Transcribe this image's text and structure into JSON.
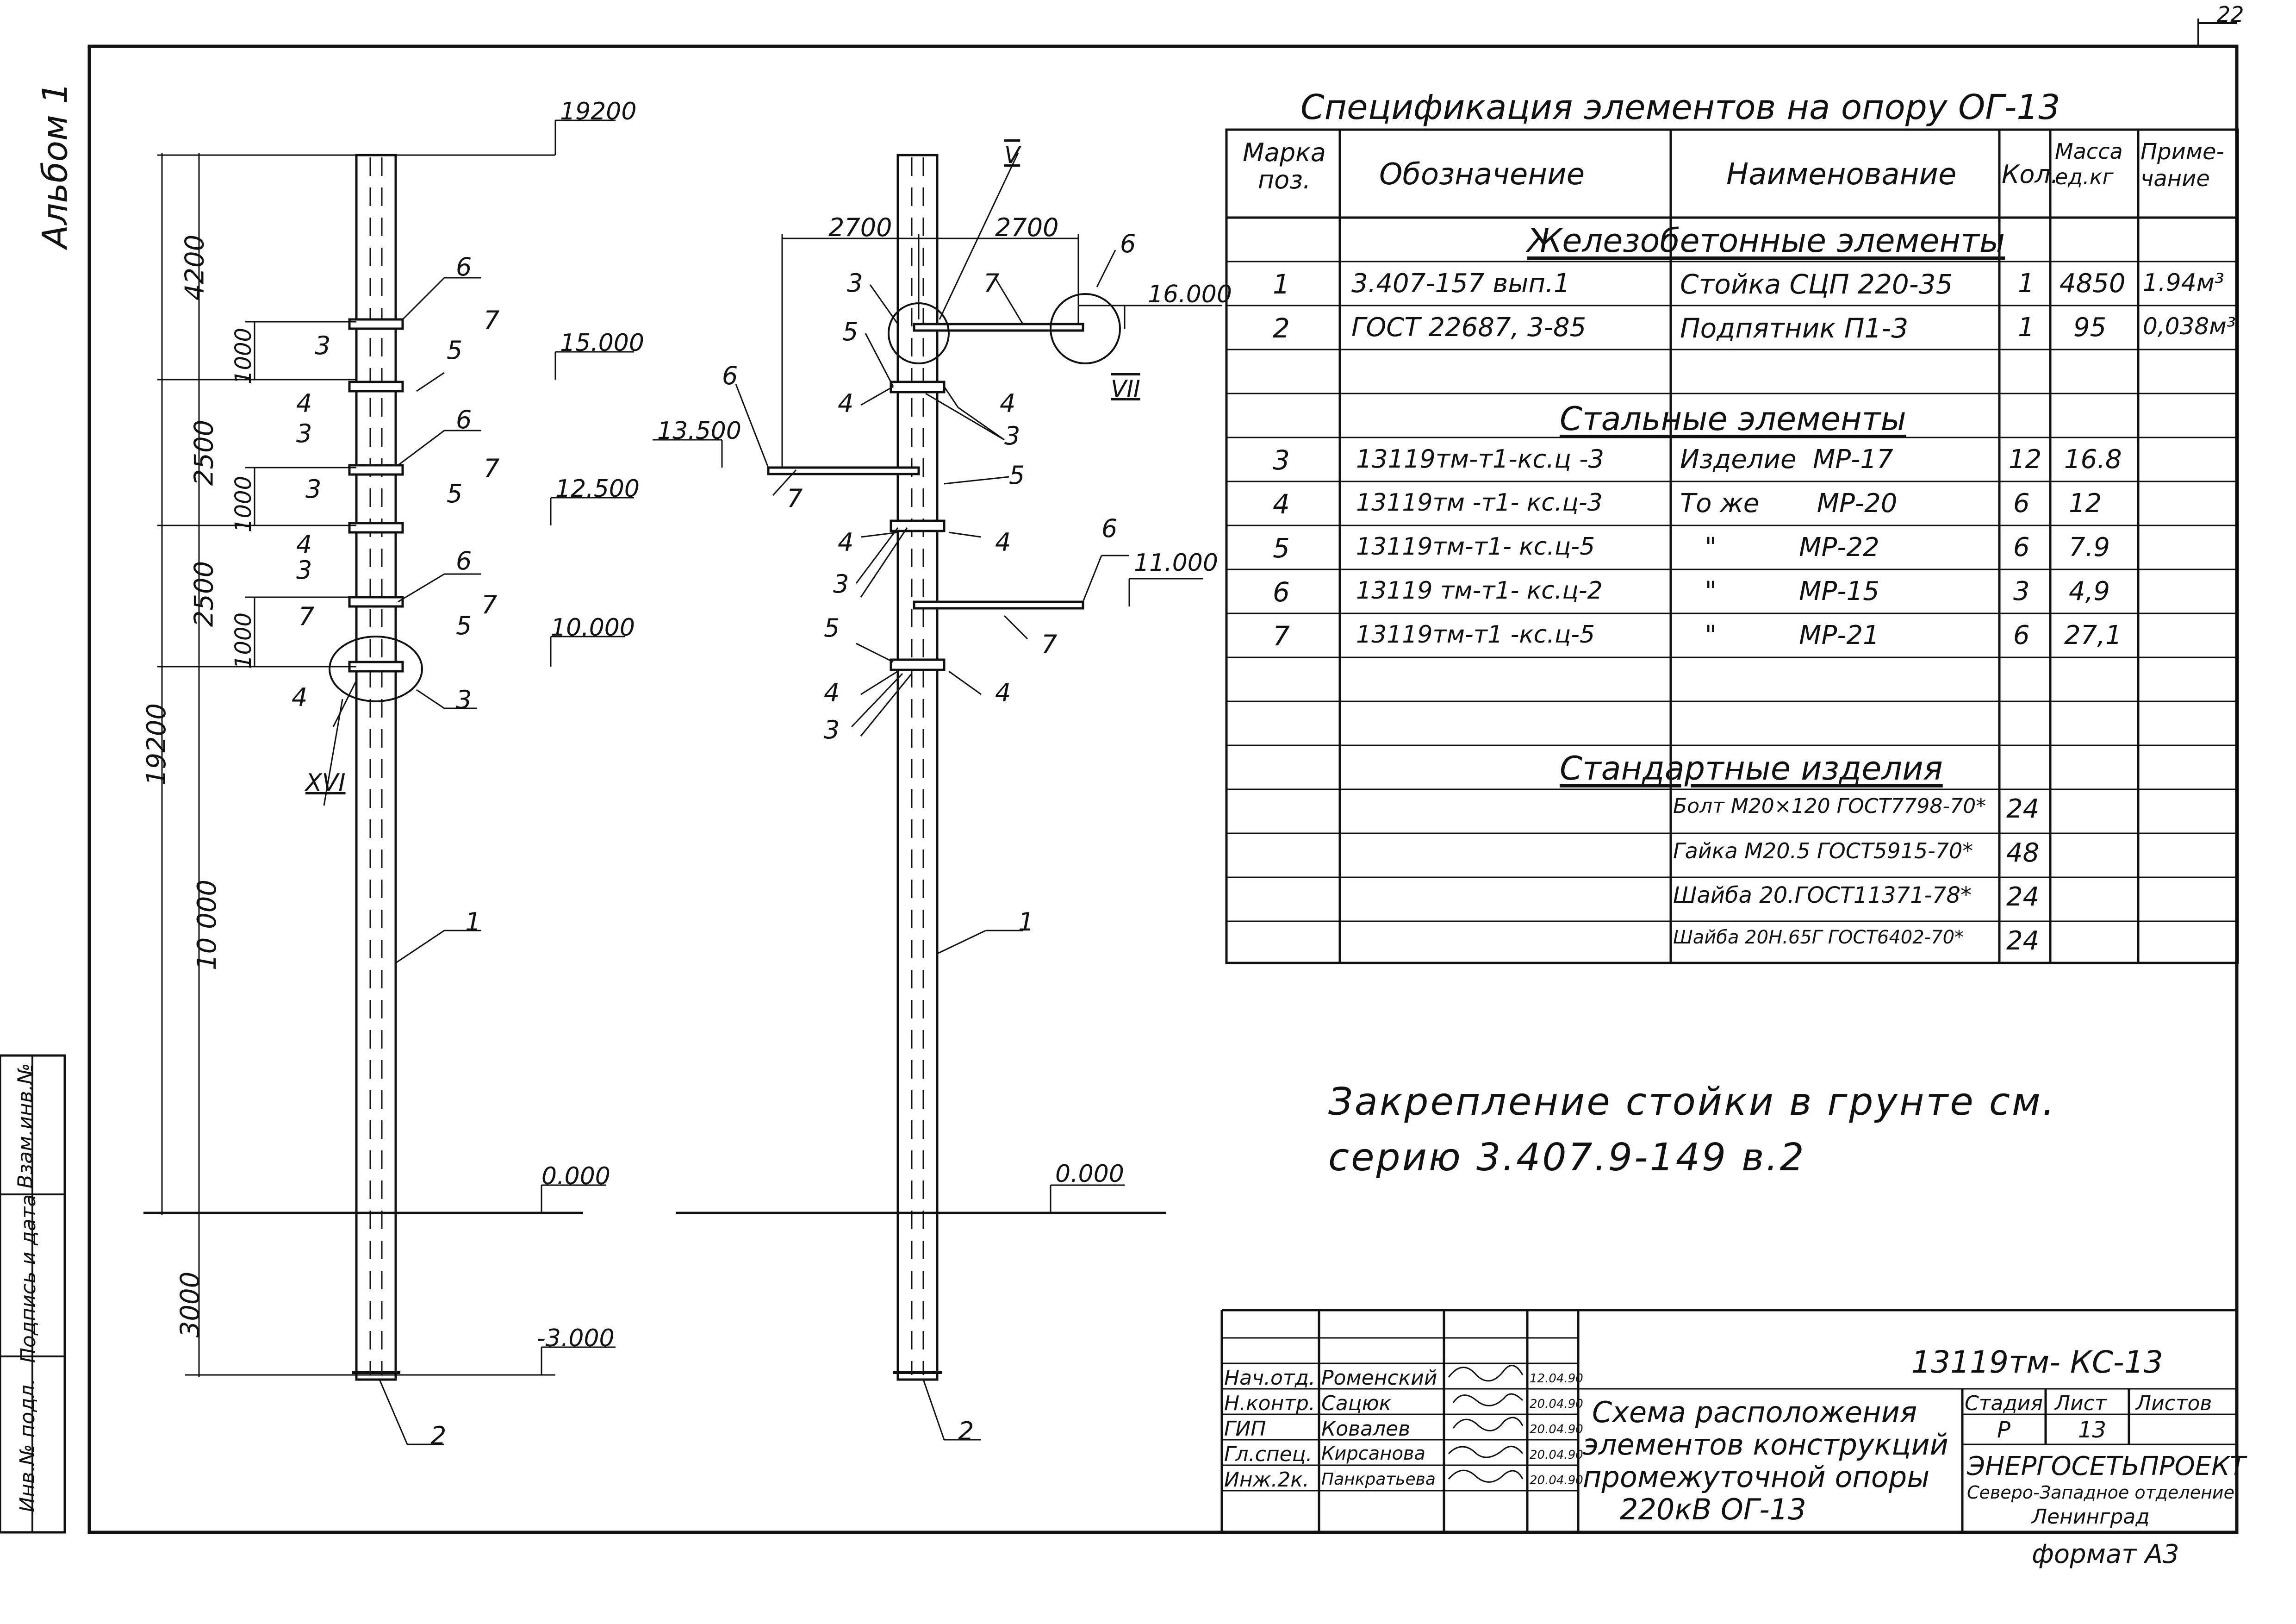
{
  "sheet": {
    "album": "Альбом 1",
    "format": "формат А3",
    "corner_mark": "22"
  },
  "left_view": {
    "height_total": "19200",
    "dims": [
      "4200",
      "1000",
      "2500",
      "1000",
      "2500",
      "1000",
      "10 000",
      "3000"
    ],
    "levels": [
      "19200",
      "15.000",
      "12.500",
      "10.000",
      "0.000",
      "-3.000"
    ],
    "node_label": "XVI",
    "callouts": {
      "c1": "6",
      "c2": "7",
      "c3": "3",
      "c4": "5",
      "c5": "4",
      "c6": "3",
      "c7": "6",
      "c8": "7",
      "c9": "3",
      "c10": "5",
      "c11": "4",
      "c12": "3",
      "c13": "6",
      "c14": "7",
      "c15": "7",
      "c16": "5",
      "c17": "4",
      "c18": "3",
      "c19": "1",
      "c20": "2"
    }
  },
  "right_view": {
    "dims": [
      "2700",
      "2700"
    ],
    "levels": [
      "16.000",
      "13.500",
      "11.000",
      "0.000"
    ],
    "node_labels": [
      "V",
      "VII"
    ],
    "callouts": {
      "c1": "3",
      "c2": "7",
      "c3": "6",
      "c4": "5",
      "c5": "4",
      "c6": "4",
      "c7": "3",
      "c8": "6",
      "c9": "5",
      "c10": "7",
      "c11": "4",
      "c12": "4",
      "c13": "3",
      "c14": "6",
      "c15": "5",
      "c16": "7",
      "c17": "4",
      "c18": "4",
      "c19": "3",
      "c20": "1",
      "c21": "2"
    }
  },
  "spec": {
    "title": "Спецификация элементов на опору ОГ-13",
    "headers": {
      "mark": "Марка поз.",
      "designation": "Обозначение",
      "name": "Наименование",
      "qty": "Кол.",
      "mass": "Масса ед.кг",
      "note": "Приме- чание"
    },
    "group1": "Железобетонные элементы",
    "rows1": [
      {
        "mark": "1",
        "designation": "3.407-157 вып.1",
        "name": "Стойка СЦП 220-35",
        "qty": "1",
        "mass": "4850",
        "note": "1.94м³"
      },
      {
        "mark": "2",
        "designation": "ГОСТ 22687, 3-85",
        "name": "Подпятник П1-3",
        "qty": "1",
        "mass": "95",
        "note": "0,038м³"
      }
    ],
    "group2": "Стальные элементы",
    "rows2": [
      {
        "mark": "3",
        "designation": "13119тм-т1-кс.ц -3",
        "name": "Изделие  МР-17",
        "qty": "12",
        "mass": "16.8"
      },
      {
        "mark": "4",
        "designation": "13119тм -т1- кс.ц-3",
        "name": "То же       МР-20",
        "qty": "6",
        "mass": "12"
      },
      {
        "mark": "5",
        "designation": "13119тм-т1- кс.ц-5",
        "name": "   \"          МР-22",
        "qty": "6",
        "mass": "7.9"
      },
      {
        "mark": "6",
        "designation": "13119 тм-т1- кс.ц-2",
        "name": "   \"          МР-15",
        "qty": "3",
        "mass": "4,9"
      },
      {
        "mark": "7",
        "designation": "13119тм-т1 -кс.ц-5",
        "name": "   \"          МР-21",
        "qty": "6",
        "mass": "27,1"
      }
    ],
    "group3": "Стандартные изделия",
    "rows3": [
      {
        "name": "Болт М20×120 ГОСТ7798-70*",
        "qty": "24"
      },
      {
        "name": "Гайка М20.5 ГОСТ5915-70*",
        "qty": "48"
      },
      {
        "name": "Шайба 20.ГОСТ11371-78*",
        "qty": "24"
      },
      {
        "name": "Шайба 20Н.65Г ГОСТ6402-70*",
        "qty": "24"
      }
    ]
  },
  "note": {
    "line1": "Закрепление стойки в грунте см.",
    "line2": "серию 3.407.9-149  в.2"
  },
  "side_stamp": {
    "cells": [
      "Инв.№ подл.",
      "Подпись и дата",
      "Взам.инв.№"
    ]
  },
  "title_block": {
    "code": "13119тм- КС-13",
    "roles": [
      {
        "role": "Нач.отд.",
        "name": "Роменский",
        "date": "12.04.90"
      },
      {
        "role": "Н.контр.",
        "name": "Сацюк",
        "date": "20.04.90"
      },
      {
        "role": "ГИП",
        "name": "Ковалев",
        "date": "20.04.90"
      },
      {
        "role": "Гл.спец.",
        "name": "Кирсанова",
        "date": "20.04.90"
      },
      {
        "role": "Инж.2к.",
        "name": "Панкратьева",
        "date": "20.04.90"
      }
    ],
    "description": [
      "Схема расположения",
      "элементов конструкций",
      "промежуточной опоры",
      "220кВ  ОГ-13"
    ],
    "stage_label": "Стадия",
    "sheet_label": "Лист",
    "sheets_label": "Листов",
    "stage": "Р",
    "sheet": "13",
    "org": [
      "ЭНЕРГОСЕТЬПРОЕКТ",
      "Северо-Западное отделение",
      "Ленинград"
    ]
  }
}
